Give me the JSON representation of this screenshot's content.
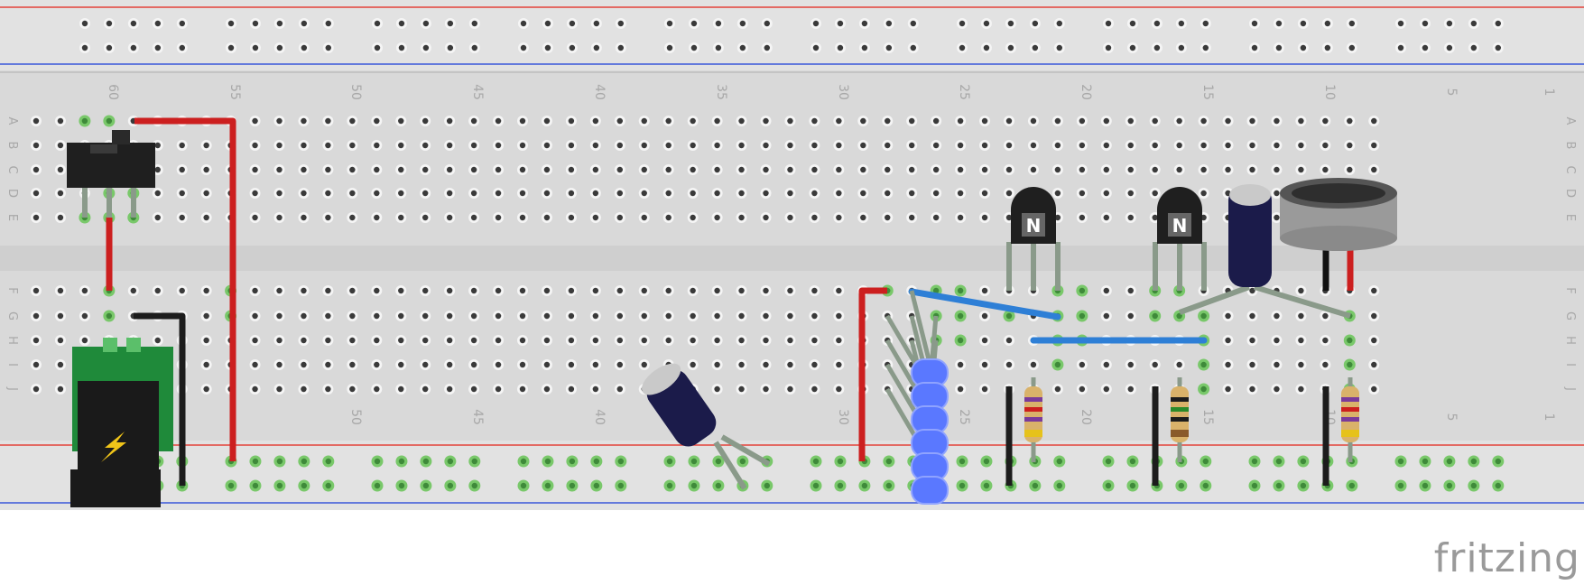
{
  "breadboard": {
    "column_numbers_top": [
      "60",
      "55",
      "50",
      "45",
      "40",
      "35",
      "30",
      "25",
      "20",
      "15",
      "10",
      "5",
      "1"
    ],
    "column_numbers_bottom": [
      "50",
      "45",
      "40",
      "30",
      "25",
      "20",
      "15",
      "10",
      "5",
      "1"
    ],
    "row_letters_top": [
      "A",
      "B",
      "C",
      "D",
      "E"
    ],
    "row_letters_bottom": [
      "F",
      "G",
      "H",
      "I",
      "J"
    ],
    "colors": {
      "board": "#d9d9d9",
      "board_light": "#e6e6e6",
      "rail_red": "#e3423a",
      "rail_blue": "#3b57d9",
      "hole": "#3a3a3a",
      "hole_active": "#79c86a",
      "wire_red": "#cc1f1f",
      "wire_black": "#1c1c1c",
      "wire_blue": "#2e7fd6",
      "led": "#5a78ff",
      "pcb": "#1f8a3a"
    }
  },
  "components": {
    "transistor_1_mark": "N",
    "transistor_2_mark": "N",
    "power_jack_icon": "lightning-bolt-icon"
  },
  "branding": {
    "label": "fritzing"
  }
}
